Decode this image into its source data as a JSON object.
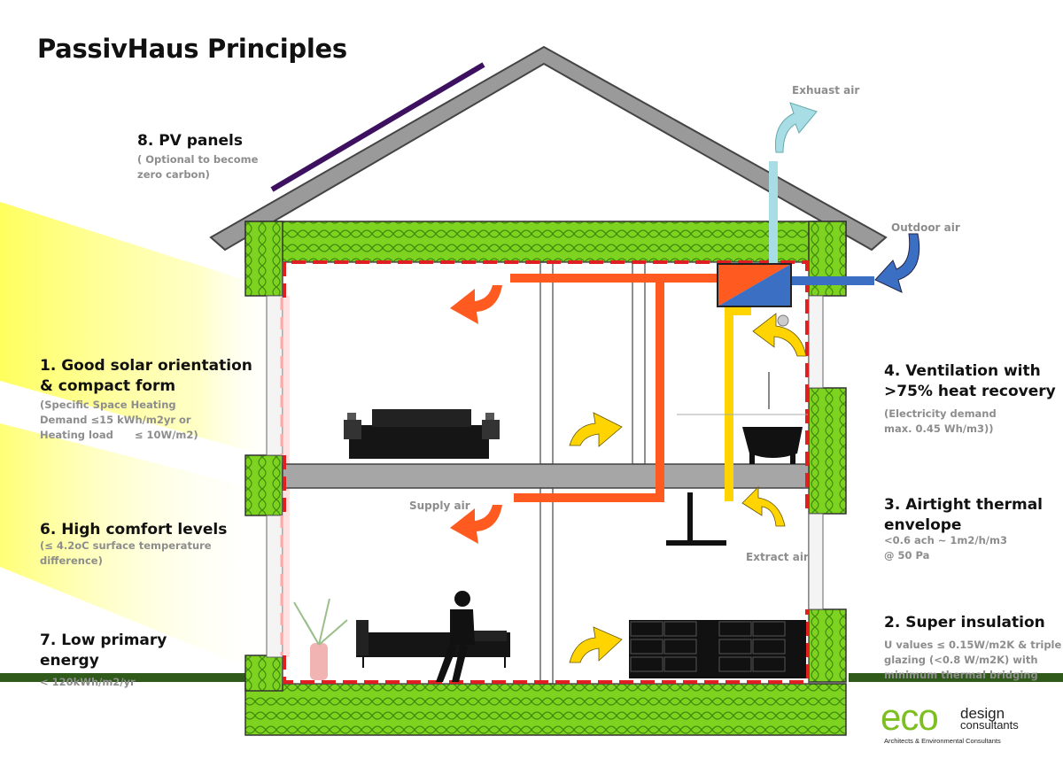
{
  "title": "PassivHaus Principles",
  "principles": [
    {
      "heading": [
        "8. PV panels"
      ],
      "detail": [
        "( Optional to become",
        "zero carbon)"
      ]
    },
    {
      "heading": [
        "1. Good solar orientation",
        "& compact form"
      ],
      "detail": [
        "(Specific Space Heating",
        "Demand ≤15 kWh/m2yr  or",
        "Heating load      ≤ 10W/m2)"
      ]
    },
    {
      "heading": [
        "6. High comfort levels"
      ],
      "detail": [
        "(≤ 4.2oC surface temperature",
        "difference)"
      ]
    },
    {
      "heading": [
        "7. Low primary",
        "energy"
      ],
      "detail": [
        "< 120kWh/m2/yr"
      ]
    },
    {
      "heading": [
        "4. Ventilation with",
        ">75%  heat recovery"
      ],
      "detail": [
        "(Electricity demand",
        "max. 0.45 Wh/m3))"
      ]
    },
    {
      "heading": [
        "3. Airtight thermal",
        "envelope"
      ],
      "detail": [
        "<0.6 ach ~ 1m2/h/m3",
        "@ 50 Pa"
      ]
    },
    {
      "heading": [
        "2. Super insulation"
      ],
      "detail": [
        "U values ≤ 0.15W/m2K & triple",
        "glazing (<0.8 W/m2K) with",
        "minimum thermal bridging"
      ]
    }
  ],
  "airflow_labels": {
    "exhaust": "Exhuast air",
    "outdoor": "Outdoor air",
    "supply": "Supply air",
    "extract": "Extract air"
  },
  "logo": {
    "eco": "eco",
    "design": "design",
    "consultants": "consultants",
    "tagline": "Architects & Environmental Consultants"
  },
  "colors": {
    "insulation": "#7ed321",
    "airtight_line": "#e02020",
    "supply_duct": "#ff5a1f",
    "extract_duct": "#ffd400",
    "exhaust_duct": "#a8dde6",
    "outdoor_duct": "#3a6fc4",
    "sun": "#ffff66",
    "floor_slab": "#a6a6a6",
    "pv_panel": "#3d1060"
  },
  "icons": [
    "sun-rays",
    "pv-panel",
    "heat-recovery-unit",
    "bed",
    "sofa",
    "person",
    "plant-vase",
    "bathtub",
    "shower",
    "kitchen-cabinets",
    "flow-arrow"
  ]
}
